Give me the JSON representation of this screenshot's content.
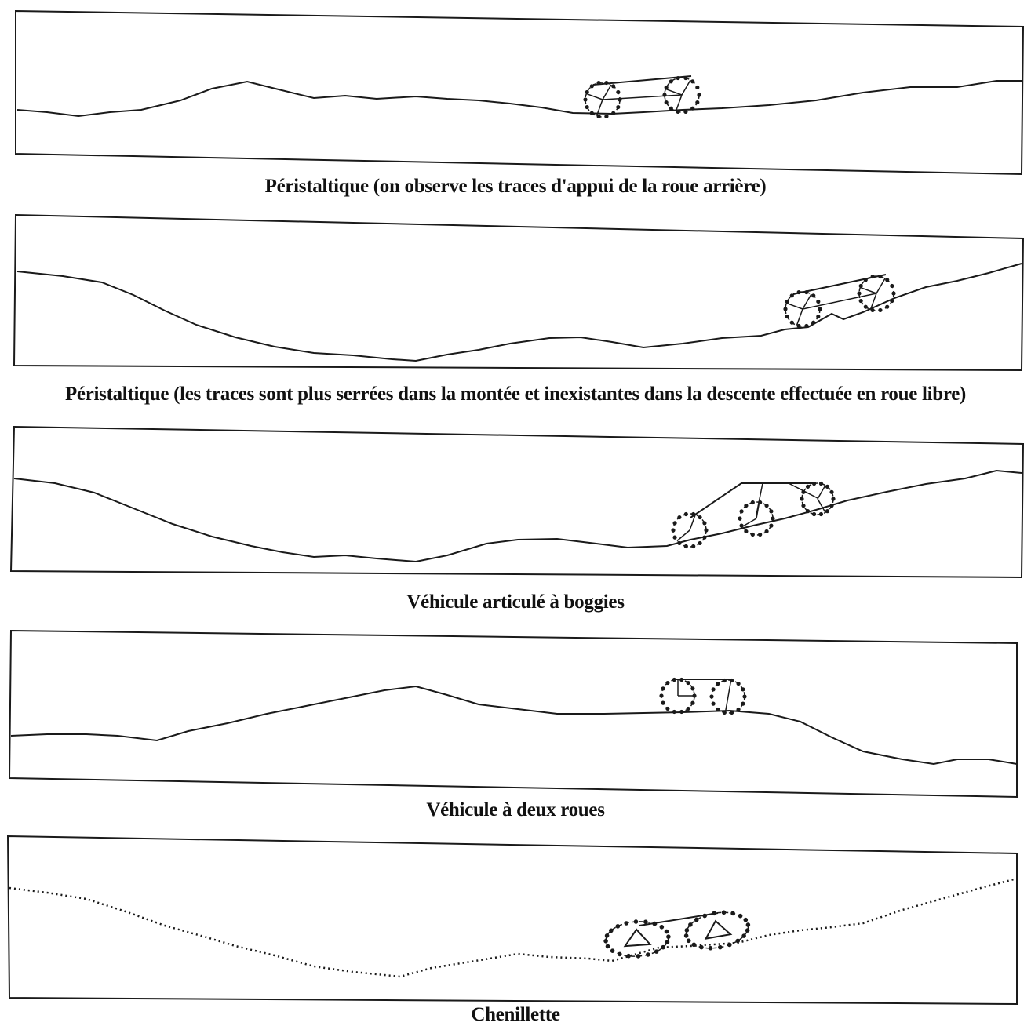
{
  "colors": {
    "ink": "#1a1a1a",
    "background": "#ffffff"
  },
  "panels": [
    {
      "caption": "Péristaltique (on observe les traces d'appui de la roue arrière)",
      "vehicle": "two-wheel-peristaltic",
      "terrain": "solid"
    },
    {
      "caption": "Péristaltique (les traces sont plus serrées dans la montée et inexistantes dans la descente effectuée en roue libre)",
      "vehicle": "two-wheel-peristaltic",
      "terrain": "solid"
    },
    {
      "caption": "Véhicule articulé à boggies",
      "vehicle": "articulated-bogie",
      "terrain": "solid"
    },
    {
      "caption": "Véhicule à deux roues",
      "vehicle": "two-wheel",
      "terrain": "solid"
    },
    {
      "caption": "Chenillette",
      "vehicle": "tracked",
      "terrain": "dotted"
    }
  ]
}
